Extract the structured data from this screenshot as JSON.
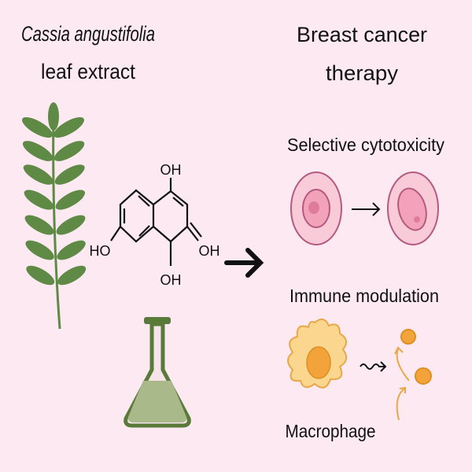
{
  "left": {
    "title_species": "Cassia angustifolia",
    "title_rest": "leaf extract",
    "molecule_labels": {
      "top": "OH",
      "left": "HO",
      "right": "OH",
      "bottom": "OH"
    }
  },
  "right": {
    "title_line1": "Breast cancer",
    "title_line2": "therapy",
    "section1": "Selective cytotoxicity",
    "section2": "Immune modulation",
    "macrophage_label": "Macrophage"
  },
  "colors": {
    "background": "#fce9f2",
    "leaf": "#5e8a45",
    "flask": "#5a7a3a",
    "flask_liquid": "#a9b98a",
    "cell": "#f4b7c9",
    "cell_nucleus": "#e98aa7",
    "macrophage": "#fbd68e",
    "orange": "#f2a43a"
  }
}
